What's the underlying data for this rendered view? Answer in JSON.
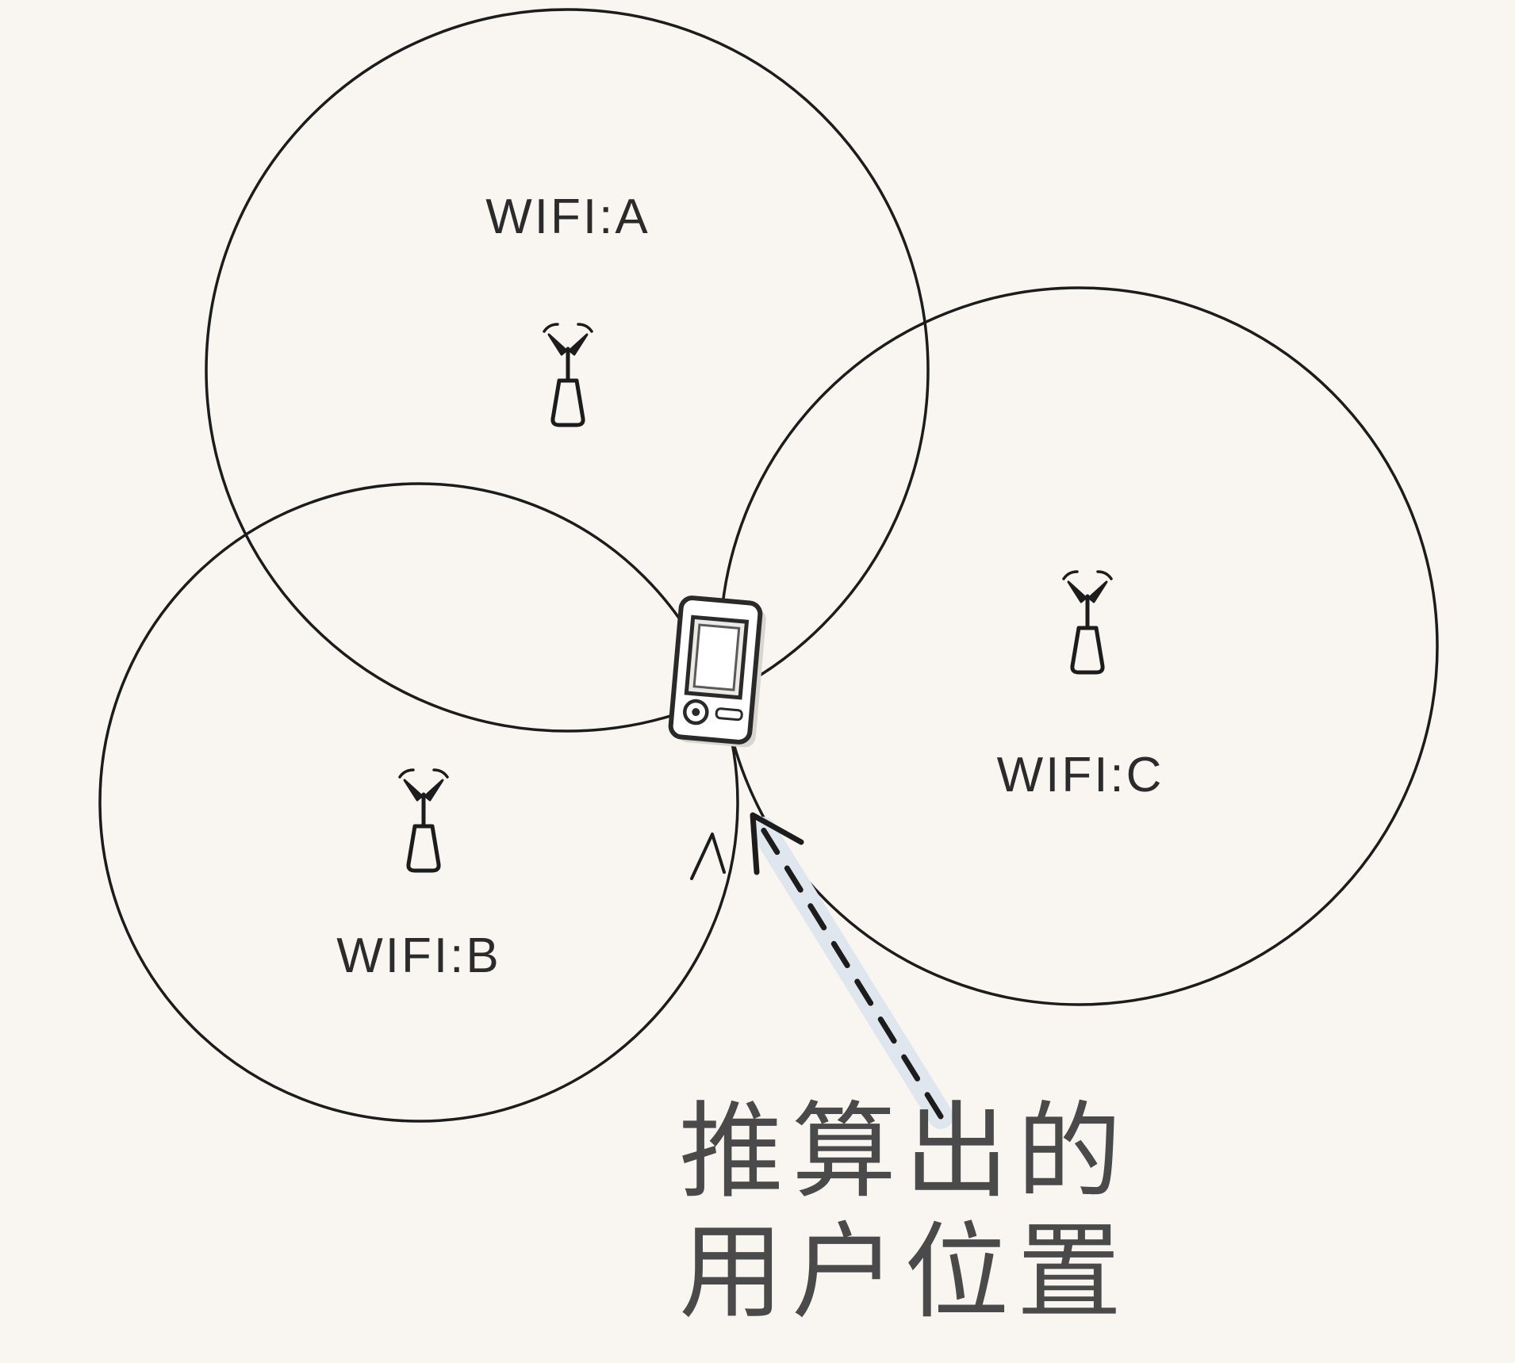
{
  "diagram": {
    "background_color": "#f9f6f1",
    "line_color": "#1c1c1c",
    "annotation_color": "#4a4a4a",
    "arrow_highlight_color": "#dfe6ee",
    "networks": [
      {
        "id": "A",
        "label": "WIFI:A",
        "icon": "antenna-icon"
      },
      {
        "id": "B",
        "label": "WIFI:B",
        "icon": "antenna-icon"
      },
      {
        "id": "C",
        "label": "WIFI:C",
        "icon": "antenna-icon"
      }
    ],
    "device": {
      "icon": "mobile-phone-icon"
    },
    "pointer": {
      "icon": "dashed-arrow-icon"
    },
    "annotation": {
      "line1": "推算出的",
      "line2": "用户位置"
    }
  }
}
